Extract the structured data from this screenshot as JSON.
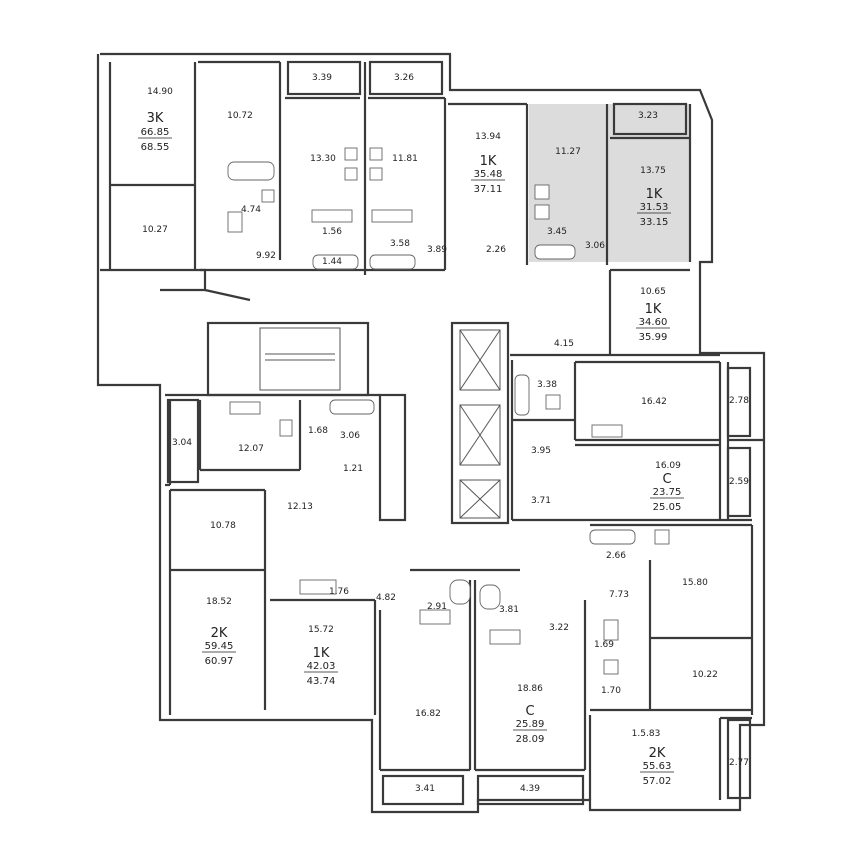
{
  "plan": {
    "colors": {
      "wall": "#3a3a3a",
      "highlight": "#dcdcdc",
      "background": "#ffffff"
    },
    "apartments": [
      {
        "id": "apt-3k",
        "type": "3K",
        "living": "66.85",
        "total": "68.55",
        "hl": false
      },
      {
        "id": "apt-1k-a",
        "type": "1K",
        "living": "35.48",
        "total": "37.11",
        "hl": false
      },
      {
        "id": "apt-1k-b",
        "type": "1K",
        "living": "31.53",
        "total": "33.15",
        "hl": true
      },
      {
        "id": "apt-1k-c",
        "type": "1K",
        "living": "34.60",
        "total": "35.99",
        "hl": false
      },
      {
        "id": "apt-c-a",
        "type": "C",
        "living": "23.75",
        "total": "25.05",
        "hl": false
      },
      {
        "id": "apt-2k-a",
        "type": "2K",
        "living": "59.45",
        "total": "60.97",
        "hl": false
      },
      {
        "id": "apt-1k-d",
        "type": "1K",
        "living": "42.03",
        "total": "43.74",
        "hl": false
      },
      {
        "id": "apt-c-b",
        "type": "C",
        "living": "25.89",
        "total": "28.09",
        "hl": false
      },
      {
        "id": "apt-2k-b",
        "type": "2K",
        "living": "55.63",
        "total": "57.02",
        "hl": false
      }
    ],
    "rooms": [
      "14.90",
      "10.72",
      "3.39",
      "3.26",
      "13.30",
      "11.81",
      "4.74",
      "10.27",
      "9.92",
      "1.56",
      "3.58",
      "1.44",
      "3.89",
      "13.94",
      "2.26",
      "11.27",
      "3.23",
      "13.75",
      "3.45",
      "3.06",
      "10.65",
      "4.15",
      "3.38",
      "16.42",
      "2.78",
      "3.04",
      "12.07",
      "1.68",
      "3.06",
      "1.21",
      "3.95",
      "16.09",
      "2.59",
      "3.71",
      "12.13",
      "10.78",
      "2.66",
      "15.80",
      "1.76",
      "4.82",
      "2.91",
      "3.81",
      "7.73",
      "18.52",
      "15.72",
      "3.22",
      "1.69",
      "10.22",
      "18.86",
      "1.70",
      "16.82",
      "1.5.83",
      "2.77",
      "3.41",
      "4.39"
    ]
  }
}
